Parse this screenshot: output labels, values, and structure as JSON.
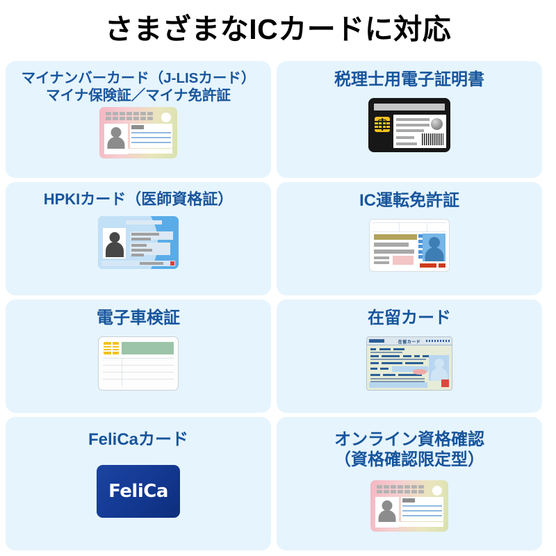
{
  "page": {
    "title": "さまざまなICカードに対応",
    "background_color": "#ffffff",
    "cell_background_color": "#e6f4fd",
    "title_color": "#000000",
    "cell_title_color": "#17559c"
  },
  "cards": [
    {
      "id": "my-number-card",
      "title": "マイナンバーカード（J-LISカード）\nマイナ保険証／マイナ免許証",
      "art": "my-number-card-illustration"
    },
    {
      "id": "tax-accountant-certificate",
      "title": "税理士用電子証明書",
      "art": "black-ic-card-illustration"
    },
    {
      "id": "hpki-card",
      "title": "HPKIカード（医師資格証）",
      "art": "blue-id-card-illustration"
    },
    {
      "id": "ic-drivers-license",
      "title": "IC運転免許証",
      "art": "drivers-license-illustration"
    },
    {
      "id": "electronic-vehicle-inspection-certificate",
      "title": "電子車検証",
      "art": "vehicle-inspection-card-illustration"
    },
    {
      "id": "residence-card",
      "title": "在留カード",
      "art": "residence-card-illustration",
      "art_text": "在留カード"
    },
    {
      "id": "felica-card",
      "title": "FeliCaカード",
      "art": "felica-card-illustration",
      "art_text": "FeliCa"
    },
    {
      "id": "online-qualification-check",
      "title": "オンライン資格確認\n（資格確認限定型）",
      "art": "my-number-card-illustration"
    }
  ]
}
